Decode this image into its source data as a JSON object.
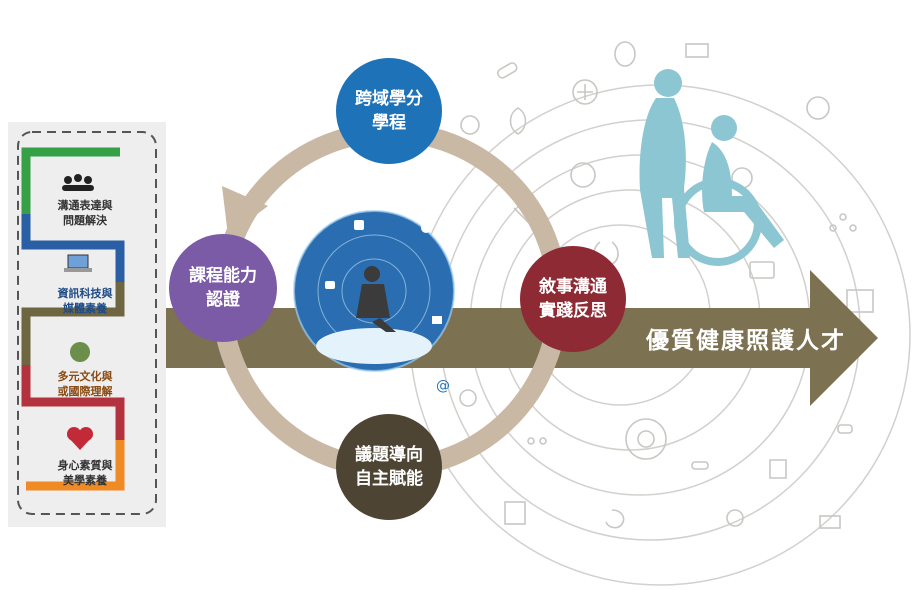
{
  "colors": {
    "arrow": "#7c7151",
    "ring": "#c9b8a4",
    "node_top": "#1e72b8",
    "node_left": "#7b5aa6",
    "node_right": "#8e2a34",
    "node_bottom": "#4e4433",
    "title_text": "#ffffff",
    "figure": "#8cc6d3",
    "step_green": "#35a046",
    "step_blue": "#2a5fa5",
    "step_olive": "#6e6640",
    "step_red": "#b3323d",
    "step_orange": "#f08a24"
  },
  "main_title": "優質健康照護人才",
  "nodes": {
    "top": [
      "跨域學分",
      "學程"
    ],
    "left": [
      "課程能力",
      "認證"
    ],
    "right": [
      "敘事溝通",
      "實踐反思"
    ],
    "bottom": [
      "議題導向",
      "自主賦能"
    ]
  },
  "steps": [
    {
      "icon": "people-icon",
      "lines": [
        "溝通表達與",
        "問題解決"
      ]
    },
    {
      "icon": "laptop-icon",
      "lines": [
        "資訊科技與",
        "媒體素養"
      ]
    },
    {
      "icon": "globe-icon",
      "lines": [
        "多元文化與",
        "或國際理解"
      ]
    },
    {
      "icon": "heart-icon",
      "lines": [
        "身心素質與",
        "美學素養"
      ]
    }
  ],
  "hub_icons": [
    "facebook-icon",
    "at-sign-icon",
    "camera-icon",
    "phone-icon",
    "music-icon",
    "mail-icon",
    "globe-icon"
  ],
  "bg_icons": [
    "medical-cross-icon",
    "heart-icon",
    "stethoscope-icon",
    "pill-icon",
    "ambulance-icon",
    "kidney-icon",
    "wheel-icon",
    "gender-icon",
    "stomach-icon",
    "xray-icon",
    "syringe-icon",
    "molecule-icon"
  ]
}
